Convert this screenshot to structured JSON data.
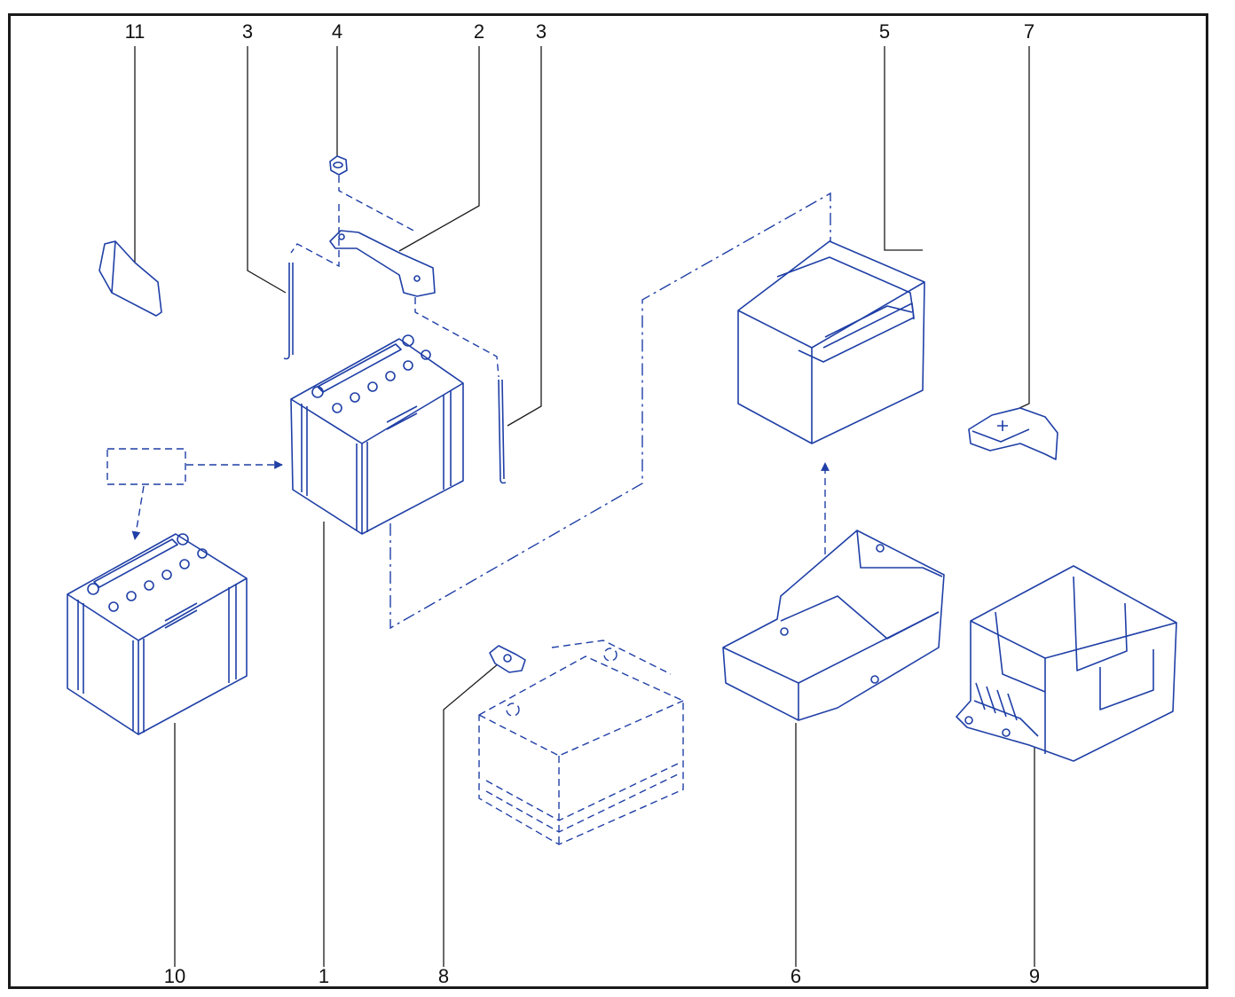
{
  "labels": {
    "l11": "11",
    "l3a": "3",
    "l4": "4",
    "l2": "2",
    "l3b": "3",
    "l5": "5",
    "l7": "7",
    "l10": "10",
    "l1": "1",
    "l8": "8",
    "l6": "6",
    "l9": "9"
  },
  "colors": {
    "part_stroke": "#1f3fa6",
    "leader": "#1a1a1a",
    "frame": "#1a1a1a"
  }
}
